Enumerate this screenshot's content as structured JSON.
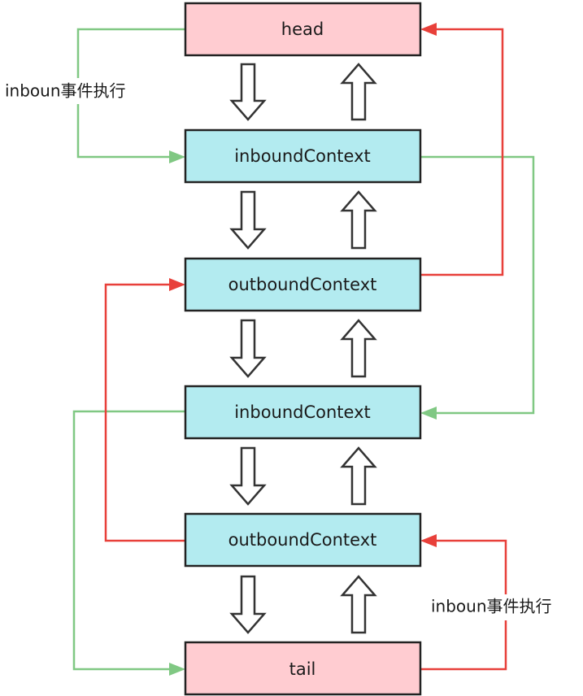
{
  "nodes": [
    {
      "id": "head",
      "label": "head",
      "kind": "terminal"
    },
    {
      "id": "in1",
      "label": "inboundContext",
      "kind": "context"
    },
    {
      "id": "out1",
      "label": "outboundContext",
      "kind": "context"
    },
    {
      "id": "in2",
      "label": "inboundContext",
      "kind": "context"
    },
    {
      "id": "out2",
      "label": "outboundContext",
      "kind": "context"
    },
    {
      "id": "tail",
      "label": "tail",
      "kind": "terminal"
    }
  ],
  "annotations": {
    "top_left": "inboun事件执行",
    "bottom_right": "inboun事件执行"
  },
  "colors": {
    "terminal_fill": "#ffccd1",
    "context_fill": "#b3ebf0",
    "node_stroke": "#222222",
    "green_line": "#80c883",
    "red_line": "#e8403a",
    "hollow_arrow_stroke": "#333333"
  }
}
